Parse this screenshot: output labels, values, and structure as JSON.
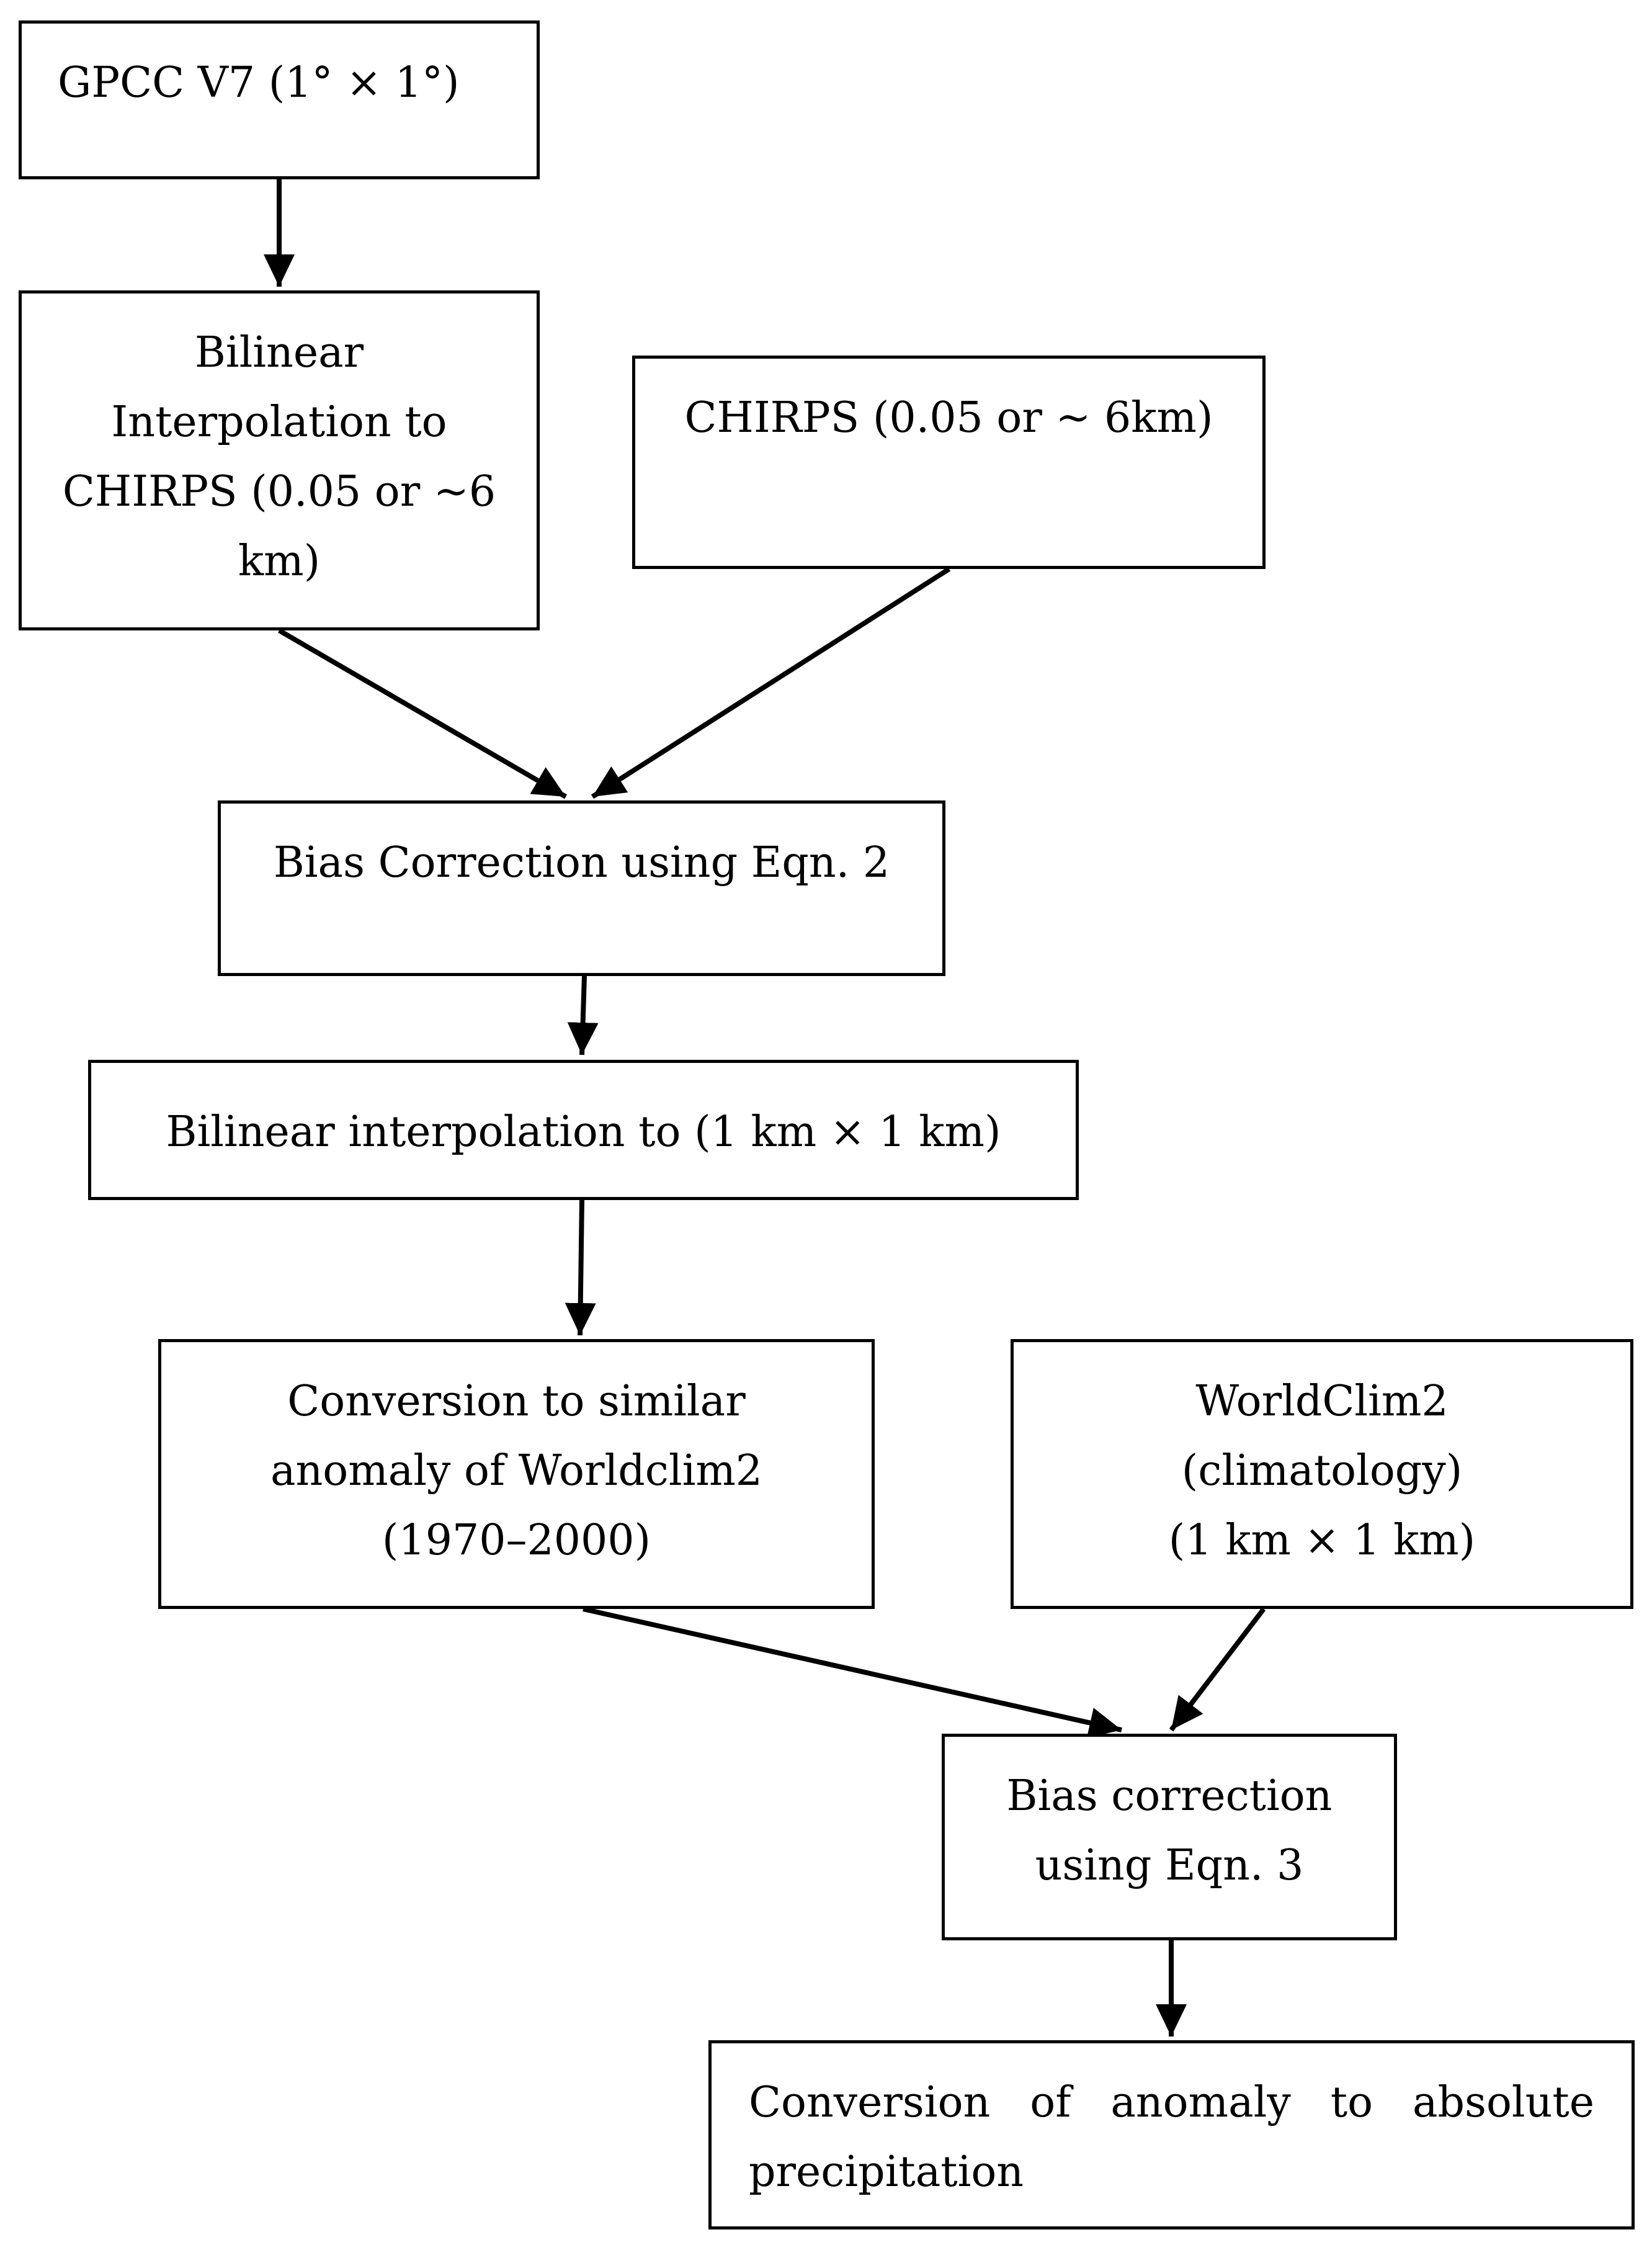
{
  "nodes": {
    "gpcc": "GPCC V7 (1° × 1°)",
    "bilinear_chirps": "Bilinear\nInterpolation to\nCHIRPS (0.05 or ~6\nkm)",
    "chirps": "CHIRPS (0.05 or ~ 6km)",
    "bias_eqn2": "Bias Correction using Eqn. 2",
    "bilinear_1km": "Bilinear interpolation to (1 km × 1 km)",
    "conversion_anomaly": "Conversion to similar\nanomaly of Worldclim2\n(1970–2000)",
    "worldclim2": "WorldClim2\n(climatology)\n(1 km × 1 km)",
    "bias_eqn3": "Bias correction\nusing Eqn. 3",
    "conversion_absolute": "Conversion of anomaly to absolute precipitation"
  },
  "edges": [
    {
      "from": "gpcc",
      "to": "bilinear_chirps"
    },
    {
      "from": "bilinear_chirps",
      "to": "bias_eqn2"
    },
    {
      "from": "chirps",
      "to": "bias_eqn2"
    },
    {
      "from": "bias_eqn2",
      "to": "bilinear_1km"
    },
    {
      "from": "bilinear_1km",
      "to": "conversion_anomaly"
    },
    {
      "from": "conversion_anomaly",
      "to": "bias_eqn3"
    },
    {
      "from": "worldclim2",
      "to": "bias_eqn3"
    },
    {
      "from": "bias_eqn3",
      "to": "conversion_absolute"
    }
  ],
  "colors": {
    "stroke": "#000000",
    "background": "#ffffff"
  }
}
